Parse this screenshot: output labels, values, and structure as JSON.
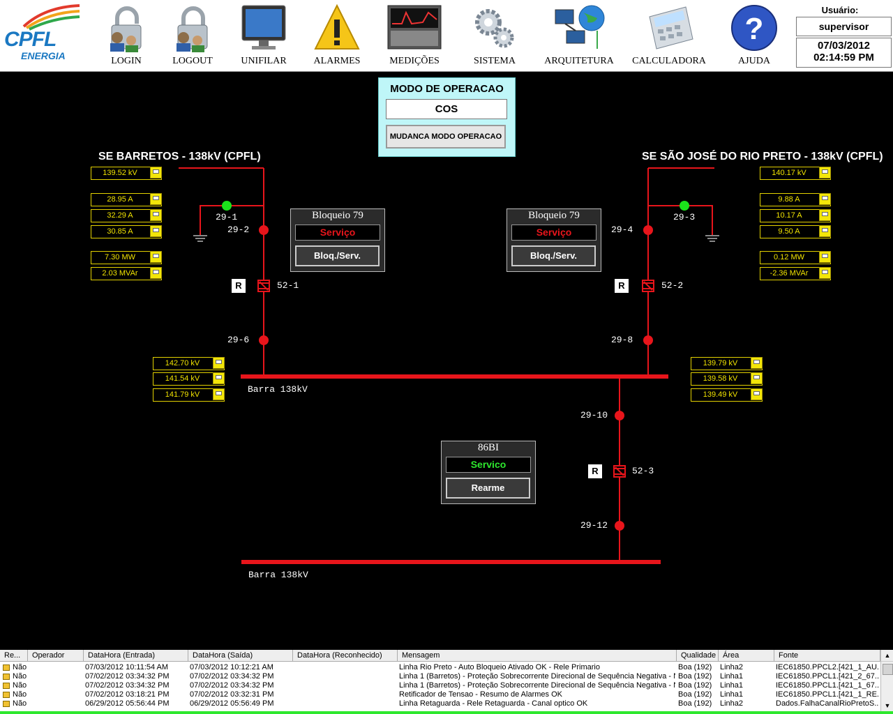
{
  "app": {
    "logo_main": "CPFL",
    "logo_sub": "ENERGIA"
  },
  "toolbar": [
    {
      "label": "LOGIN",
      "icon": "padlock-user-icon"
    },
    {
      "label": "LOGOUT",
      "icon": "padlock-user-icon"
    },
    {
      "label": "UNIFILAR",
      "icon": "monitor-icon"
    },
    {
      "label": "ALARMES",
      "icon": "warning-icon"
    },
    {
      "label": "MEDIÇÕES",
      "icon": "measurements-icon"
    },
    {
      "label": "SISTEMA",
      "icon": "gears-icon"
    },
    {
      "label": "ARQUITETURA",
      "icon": "network-icon"
    },
    {
      "label": "CALCULADORA",
      "icon": "calculator-icon"
    },
    {
      "label": "AJUDA",
      "icon": "help-icon"
    }
  ],
  "user": {
    "label": "Usuário:",
    "name": "supervisor",
    "date": "07/03/2012",
    "time": "02:14:59 PM"
  },
  "modo": {
    "title": "MODO DE OPERACAO",
    "value": "COS",
    "button": "MUDANCA MODO OPERACAO"
  },
  "left": {
    "title": "SE BARRETOS - 138kV (CPFL)",
    "values": [
      "139.52 kV",
      "28.95 A",
      "32.29 A",
      "30.85 A",
      "7.30 MW",
      "2.03 MVAr"
    ],
    "bus_values": [
      "142.70 kV",
      "141.54 kV",
      "141.79 kV"
    ],
    "switches": {
      "sw1": "29-1",
      "sw2": "29-2",
      "breaker": "52-1",
      "sw6": "29-6"
    },
    "panel": {
      "title": "Bloqueio 79",
      "status": "Serviço",
      "button": "Bloq./Serv."
    }
  },
  "right": {
    "title": "SE SÃO JOSÉ DO RIO PRETO - 138kV (CPFL)",
    "values": [
      "140.17 kV",
      "9.88 A",
      "10.17 A",
      "9.50 A",
      "0.12 MW",
      "-2.36 MVAr"
    ],
    "bus_values": [
      "139.79 kV",
      "139.58 kV",
      "139.49 kV"
    ],
    "switches": {
      "sw3": "29-3",
      "sw4": "29-4",
      "breaker": "52-2",
      "sw8": "29-8"
    },
    "panel": {
      "title": "Bloqueio 79",
      "status": "Serviço",
      "button": "Bloq./Serv."
    }
  },
  "bus": {
    "upper": "Barra 138kV",
    "lower": "Barra 138kV"
  },
  "feeder": {
    "sw10": "29-10",
    "breaker": "52-3",
    "sw12": "29-12",
    "r": "R"
  },
  "panel86": {
    "title": "86BI",
    "status": "Servico",
    "button": "Rearme"
  },
  "r_label": "R",
  "events": {
    "columns": [
      "Re...",
      "Operador",
      "DataHora (Entrada)",
      "DataHora (Saída)",
      "DataHora (Reconhecido)",
      "Mensagem",
      "Qualidade",
      "Área",
      "Fonte"
    ],
    "rows": [
      {
        "rec": "Não",
        "op": "",
        "in": "07/03/2012 10:11:54 AM",
        "out": "07/03/2012 10:12:21 AM",
        "ack": "",
        "msg": "Linha Rio Preto - Auto Bloqueio Ativado OK - Rele Primario",
        "q": "Boa (192)",
        "area": "Linha2",
        "src": "IEC61850.PPCL2.[421_1_AU..."
      },
      {
        "rec": "Não",
        "op": "",
        "in": "07/02/2012 03:34:32 PM",
        "out": "07/02/2012 03:34:32 PM",
        "ack": "",
        "msg": "Linha 1 (Barretos) - Proteção Sobrecorrente Direcional de Sequência Negativa - N...",
        "q": "Boa (192)",
        "area": "Linha1",
        "src": "IEC61850.PPCL1.[421_2_67..."
      },
      {
        "rec": "Não",
        "op": "",
        "in": "07/02/2012 03:34:32 PM",
        "out": "07/02/2012 03:34:32 PM",
        "ack": "",
        "msg": "Linha 1 (Barretos) - Proteção Sobrecorrente Direcional de Sequência Negativa - N...",
        "q": "Boa (192)",
        "area": "Linha1",
        "src": "IEC61850.PPCL1.[421_1_67..."
      },
      {
        "rec": "Não",
        "op": "",
        "in": "07/02/2012 03:18:21 PM",
        "out": "07/02/2012 03:32:31 PM",
        "ack": "",
        "msg": "Retificador de Tensao - Resumo de Alarmes OK",
        "q": "Boa (192)",
        "area": "Linha1",
        "src": "IEC61850.PPCL1.[421_1_RE..."
      },
      {
        "rec": "Não",
        "op": "",
        "in": "06/29/2012 05:56:44 PM",
        "out": "06/29/2012 05:56:49 PM",
        "ack": "",
        "msg": "Linha Retaguarda - Rele Retaguarda - Canal optico OK",
        "q": "Boa (192)",
        "area": "Linha2",
        "src": "Dados.FalhaCanalRioPretoS...."
      }
    ]
  }
}
